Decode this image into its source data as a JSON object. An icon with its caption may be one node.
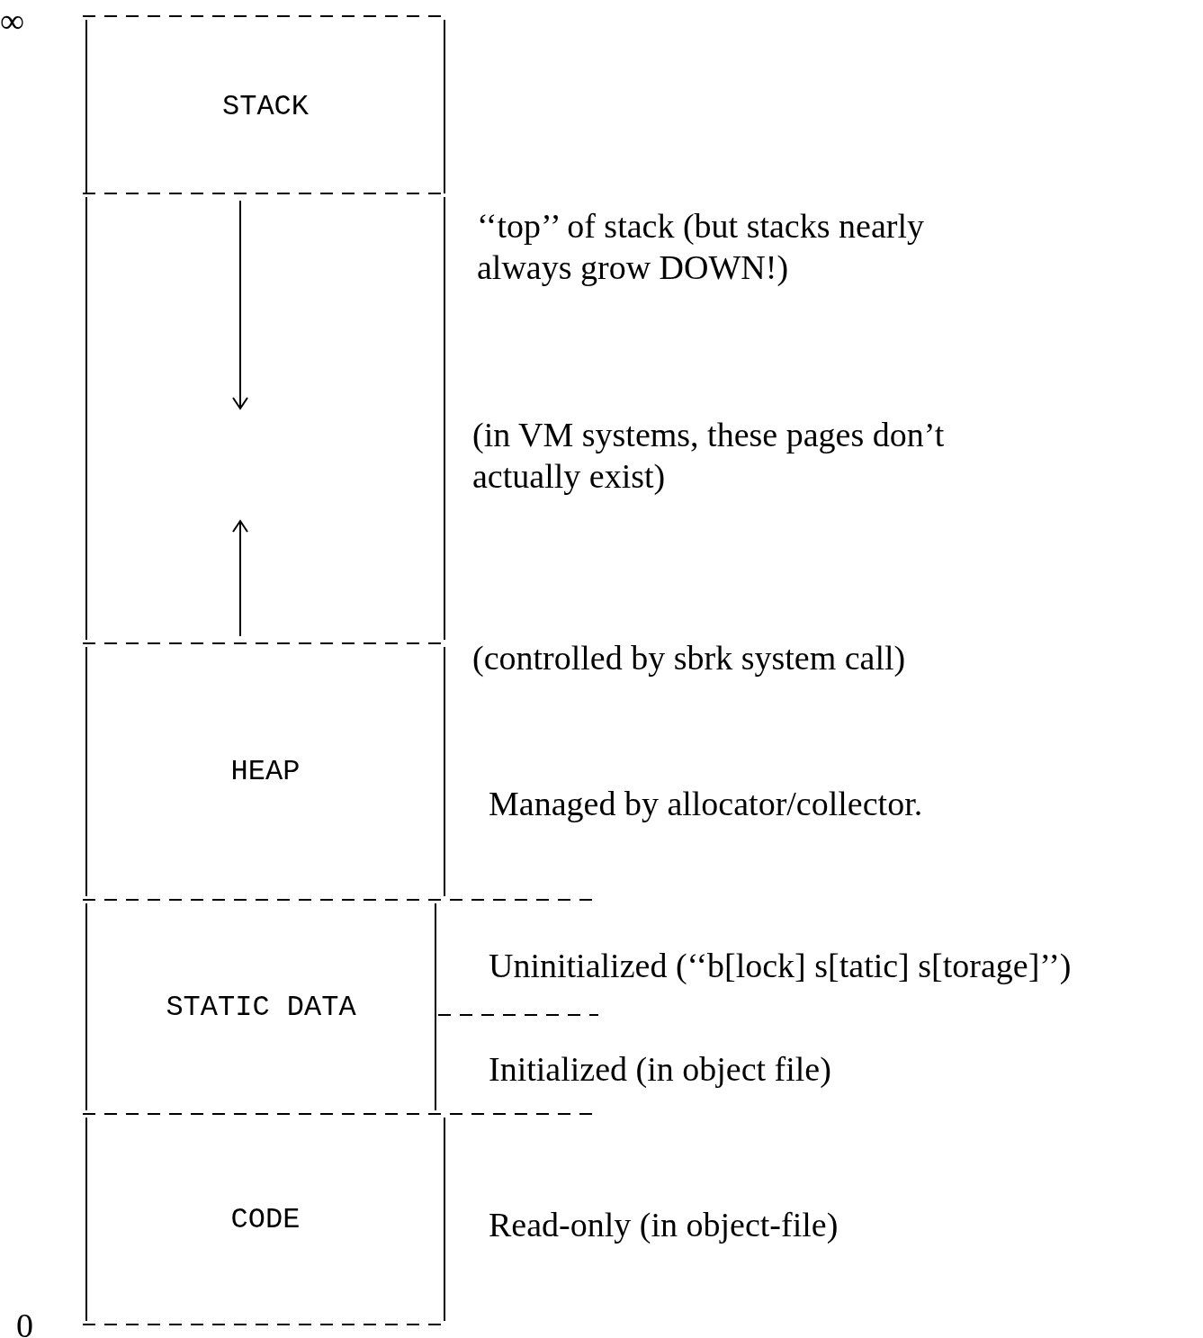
{
  "diagram": {
    "nodes": [
      {
        "text": [
          "STACK"
        ]
      },
      {
        "text": [],
        "shape": "box",
        "beside": [
          "(in VM systems, these pages don’t actually exist)"
        ]
      },
      {
        "text": [
          "HEAP"
        ],
        "beside": [
          "Managed by allocator/collector."
        ]
      },
      {
        "text": [
          "STATIC DATA"
        ],
        "beside": [
          "Uninitialized (‘‘b[lock] s[tatic] s[torage]’’)",
          "Initialized (in object file)"
        ]
      },
      {
        "text": [
          "CODE"
        ],
        "beside": [
          "Read-only (in object-file)"
        ]
      }
    ],
    "edges": [],
    "labels": [
      "∞",
      "‘‘top’’ of stack (but stacks nearly always grow DOWN!)",
      "(controlled by sbrk system call)",
      "0"
    ]
  }
}
